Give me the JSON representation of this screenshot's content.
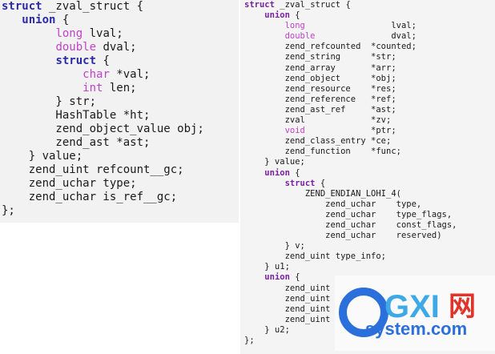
{
  "left_code": [
    [
      {
        "t": "struct",
        "c": "kw-blue"
      },
      {
        "t": " _zval_struct {"
      }
    ],
    [
      {
        "t": "   "
      },
      {
        "t": "union",
        "c": "kw-blue"
      },
      {
        "t": " {"
      }
    ],
    [
      {
        "t": "        "
      },
      {
        "t": "long",
        "c": "ty"
      },
      {
        "t": " lval;"
      }
    ],
    [
      {
        "t": "        "
      },
      {
        "t": "double",
        "c": "ty"
      },
      {
        "t": " dval;"
      }
    ],
    [
      {
        "t": "        "
      },
      {
        "t": "struct",
        "c": "kw-blue"
      },
      {
        "t": " {"
      }
    ],
    [
      {
        "t": "            "
      },
      {
        "t": "char",
        "c": "ty"
      },
      {
        "t": " *val;"
      }
    ],
    [
      {
        "t": "            "
      },
      {
        "t": "int",
        "c": "ty"
      },
      {
        "t": " len;"
      }
    ],
    [
      {
        "t": "        } str;"
      }
    ],
    [
      {
        "t": "        HashTable *ht;"
      }
    ],
    [
      {
        "t": "        zend_object_value obj;"
      }
    ],
    [
      {
        "t": "        zend_ast *ast;"
      }
    ],
    [
      {
        "t": "    } value;"
      }
    ],
    [
      {
        "t": "    zend_uint refcount__gc;"
      }
    ],
    [
      {
        "t": "    zend_uchar type;"
      }
    ],
    [
      {
        "t": "    zend_uchar is_ref__gc;"
      }
    ],
    [
      {
        "t": "};"
      }
    ]
  ],
  "right_code": [
    [
      {
        "t": "struct",
        "c": "kw"
      },
      {
        "t": " _zval_struct {"
      }
    ],
    [
      {
        "t": "    "
      },
      {
        "t": "union",
        "c": "kw"
      },
      {
        "t": " {"
      }
    ],
    [
      {
        "t": "        "
      },
      {
        "t": "long",
        "c": "ty"
      },
      {
        "t": "                 lval;"
      }
    ],
    [
      {
        "t": "        "
      },
      {
        "t": "double",
        "c": "ty"
      },
      {
        "t": "               dval;"
      }
    ],
    [
      {
        "t": "        zend_refcounted  *counted;"
      }
    ],
    [
      {
        "t": "        zend_string      *str;"
      }
    ],
    [
      {
        "t": "        zend_array       *arr;"
      }
    ],
    [
      {
        "t": "        zend_object      *obj;"
      }
    ],
    [
      {
        "t": "        zend_resource    *res;"
      }
    ],
    [
      {
        "t": "        zend_reference   *ref;"
      }
    ],
    [
      {
        "t": "        zend_ast_ref     *ast;"
      }
    ],
    [
      {
        "t": "        zval             *zv;"
      }
    ],
    [
      {
        "t": "        "
      },
      {
        "t": "void",
        "c": "ty"
      },
      {
        "t": "             *ptr;"
      }
    ],
    [
      {
        "t": "        zend_class_entry *ce;"
      }
    ],
    [
      {
        "t": "        zend_function    *func;"
      }
    ],
    [
      {
        "t": "    } value;"
      }
    ],
    [
      {
        "t": "    "
      },
      {
        "t": "union",
        "c": "kw"
      },
      {
        "t": " {"
      }
    ],
    [
      {
        "t": "        "
      },
      {
        "t": "struct",
        "c": "kw"
      },
      {
        "t": " {"
      }
    ],
    [
      {
        "t": "            ZEND_ENDIAN_LOHI_4("
      }
    ],
    [
      {
        "t": "                zend_uchar    type,"
      }
    ],
    [
      {
        "t": "                zend_uchar    type_flags,"
      }
    ],
    [
      {
        "t": "                zend_uchar    const_flags,"
      }
    ],
    [
      {
        "t": "                zend_uchar    reserved)"
      }
    ],
    [
      {
        "t": "        } v;"
      }
    ],
    [
      {
        "t": "        zend_uint type_info;"
      }
    ],
    [
      {
        "t": "    } u1;"
      }
    ],
    [
      {
        "t": "    "
      },
      {
        "t": "union",
        "c": "kw"
      },
      {
        "t": " {"
      }
    ],
    [
      {
        "t": "        zend_uint"
      }
    ],
    [
      {
        "t": "        zend_uint"
      }
    ],
    [
      {
        "t": "        zend_uint"
      }
    ],
    [
      {
        "t": "        zend_uint"
      }
    ],
    [
      {
        "t": "    } u2;"
      }
    ],
    [
      {
        "t": "};"
      }
    ]
  ],
  "watermark": {
    "logo": "GXI",
    "logo_cn": "网",
    "domain": "system.com",
    "colors": {
      "blue": "#2a6fdb",
      "cyan": "#3fa9e8",
      "red": "#e0332a",
      "orange": "#f59a23"
    }
  }
}
